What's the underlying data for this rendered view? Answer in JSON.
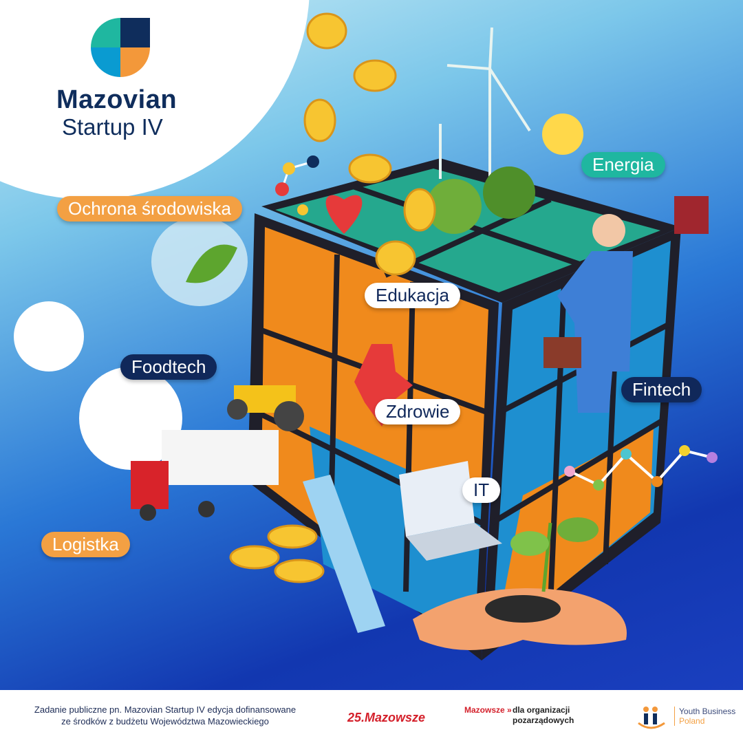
{
  "brand": {
    "line1": "Mazovian",
    "line2": "Startup IV",
    "colors": {
      "teal": "#1fb7a0",
      "navy": "#0f2d5c",
      "blue": "#0a9bd1",
      "orange": "#f3983a"
    }
  },
  "categories": {
    "ochrona": "Ochrona środowiska",
    "energia": "Energia",
    "edukacja": "Edukacja",
    "foodtech": "Foodtech",
    "fintech": "Fintech",
    "zdrowie": "Zdrowie",
    "it": "IT",
    "logistka": "Logistka"
  },
  "footer": {
    "text_line1": "Zadanie publiczne pn. Mazovian Startup IV edycja dofinansowane",
    "text_line2": "ze środków z budżetu Województwa Mazowieckiego",
    "logo_25": "25.Mazowsze",
    "logo_mazowsze": "Mazowsze »",
    "logo_org_line1": "dla organizacji",
    "logo_org_line2": "pozarządowych",
    "ybp_line1": "Youth Business",
    "ybp_line2": "Poland"
  }
}
